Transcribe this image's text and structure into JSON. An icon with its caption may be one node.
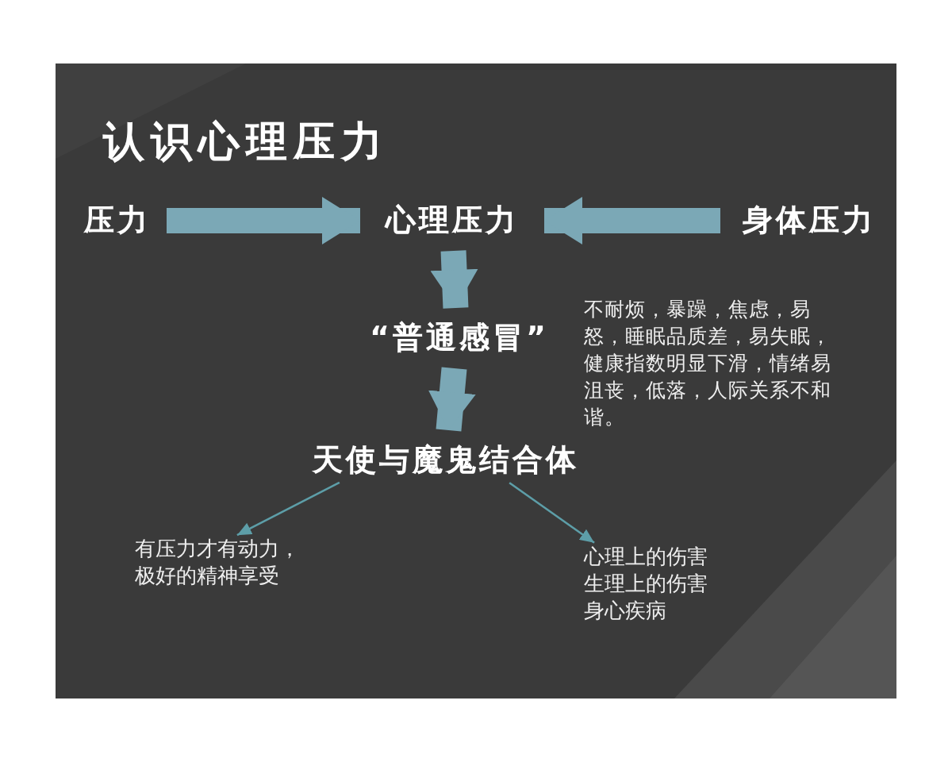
{
  "diagram": {
    "title": "认识心理压力",
    "nodes": [
      {
        "text": [
          "压力"
        ]
      },
      {
        "text": [
          "心理压力"
        ]
      },
      {
        "text": [
          "身体压力"
        ]
      },
      {
        "text": [
          "“普通感冒”"
        ]
      },
      {
        "text": [
          "天使与魔鬼结合体"
        ]
      },
      {
        "text": [
          "有压力才有动力，极好的精神享受"
        ]
      },
      {
        "text": [
          "心理上的伤害生理上的伤害身心疾病"
        ]
      }
    ],
    "edges": [
      {
        "from": 0,
        "to": 1,
        "arrow": "to"
      },
      {
        "from": 2,
        "to": 1,
        "arrow": "to"
      },
      {
        "from": 1,
        "to": 3,
        "arrow": "to"
      },
      {
        "from": 3,
        "to": 4,
        "arrow": "to"
      },
      {
        "from": 4,
        "to": 5,
        "arrow": "to",
        "color": "#5d9ea8"
      },
      {
        "from": 4,
        "to": 6,
        "arrow": "to",
        "color": "#5d9ea8"
      }
    ],
    "labels": [
      "不耐烦，暴躁，焦虑，易怒，睡眠品质差，易失眠，健康指数明显下滑，情绪易沮丧，低落，人际关系不和谐。"
    ]
  }
}
